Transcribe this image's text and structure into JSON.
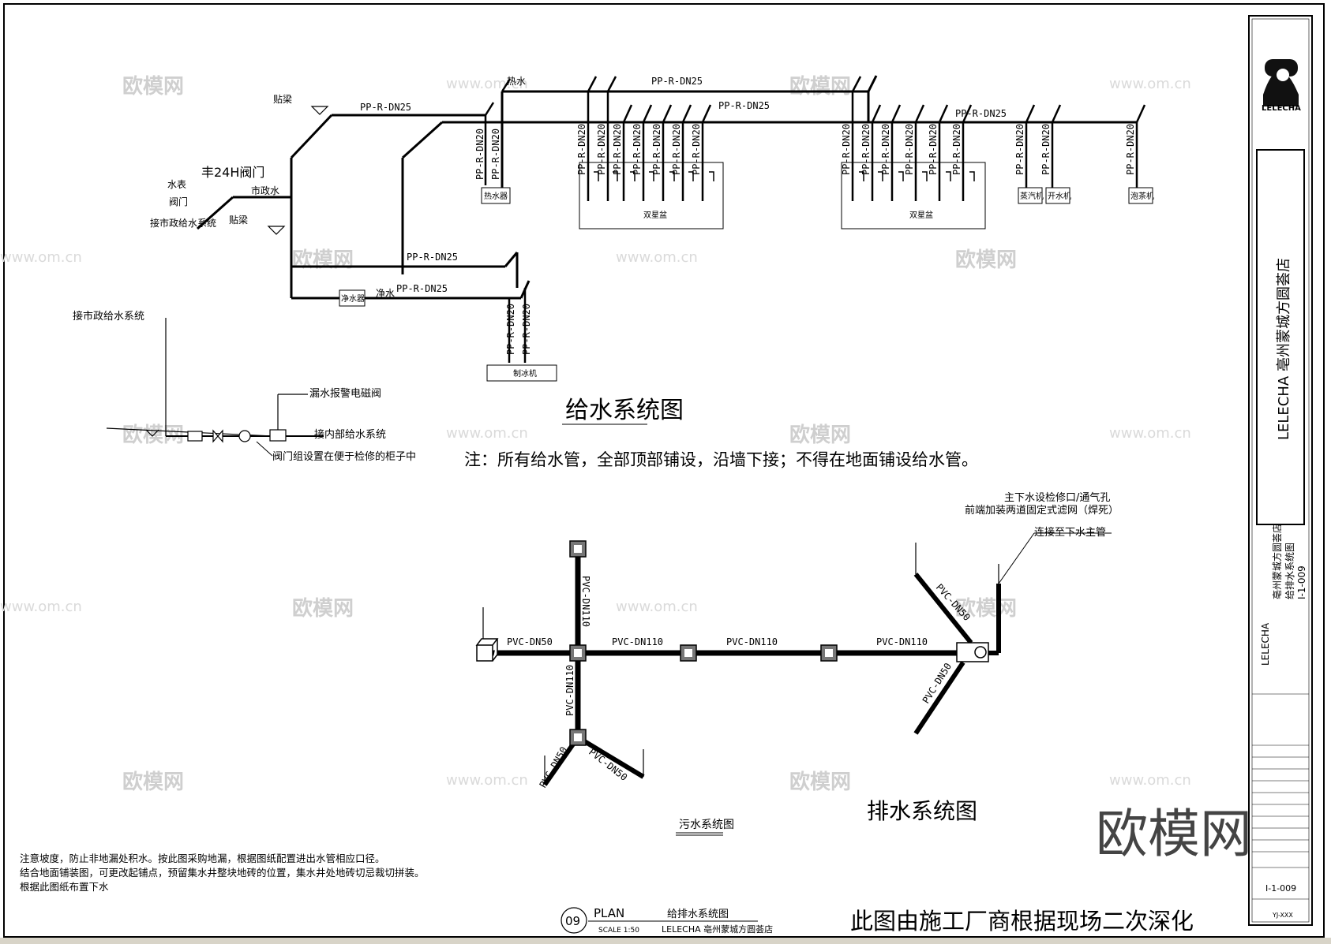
{
  "supply": {
    "title": "给水系统图",
    "note": "注：所有给水管，全部顶部铺设，沿墙下接；不得在地面铺设给水管。",
    "pipe_dn25": "PP-R-DN25",
    "pipe_dn20": "PP-R-DN20",
    "hot_water": "热水",
    "municipal_water": "市政水",
    "purified_water": "净水",
    "valve_24h": "丰24H阀门",
    "water_meter": "水表",
    "valve": "阀门",
    "connect_municipal": "接市政给水系统",
    "connect_municipal_full": "接市政给水系统",
    "beam_label": "贴梁",
    "leak_valve": "漏水报警电磁阀",
    "connect_internal": "接内部给水系统",
    "valve_cabinet": "阀门组设置在便于检修的柜子中",
    "equip_water_heater": "热水器",
    "equip_double_sink": "双星盆",
    "equip_steamer": "蒸汽机",
    "equip_boiler": "开水机",
    "equip_tea": "泡茶机",
    "equip_purifier": "净水器",
    "equip_ice": "制冰机"
  },
  "drain": {
    "title": "排水系统图",
    "sub_title": "污水系统图",
    "pipe_dn50": "PVC-DN50",
    "pipe_dn110": "PVC-DN110",
    "note_line1": "主下水设检修口/通气孔",
    "note_line2": "前端加装两道固定式滤网（焊死）",
    "connect_main": "连接至下水主管"
  },
  "notes": {
    "line1": "注意坡度，防止非地漏处积水。按此图采购地漏，根据图纸配置进出水管相应口径。",
    "line2": "结合地面铺装图，可更改起铺点，预留集水井整块地砖的位置，集水井处地砖切忌裁切拼装。",
    "line3": "根据此图纸布置下水"
  },
  "titleblock": {
    "logo": "LELECHA",
    "project": "LELECHA 亳州蒙城方圆荟店",
    "project_store": "亳州蒙城方圆荟店",
    "drawing_name": "给排水系统图",
    "drawing_no": "I-1-009",
    "project_no": "YJ-XXX"
  },
  "plan_label": {
    "number": "09",
    "type": "PLAN",
    "scale": "SCALE 1:50",
    "name": "给排水系统图",
    "store": "LELECHA 亳州蒙城方圆荟店"
  },
  "footer_note": "此图由施工厂商根据现场二次深化",
  "watermark": {
    "brand": "欧模网",
    "url": "www.om.cn"
  }
}
